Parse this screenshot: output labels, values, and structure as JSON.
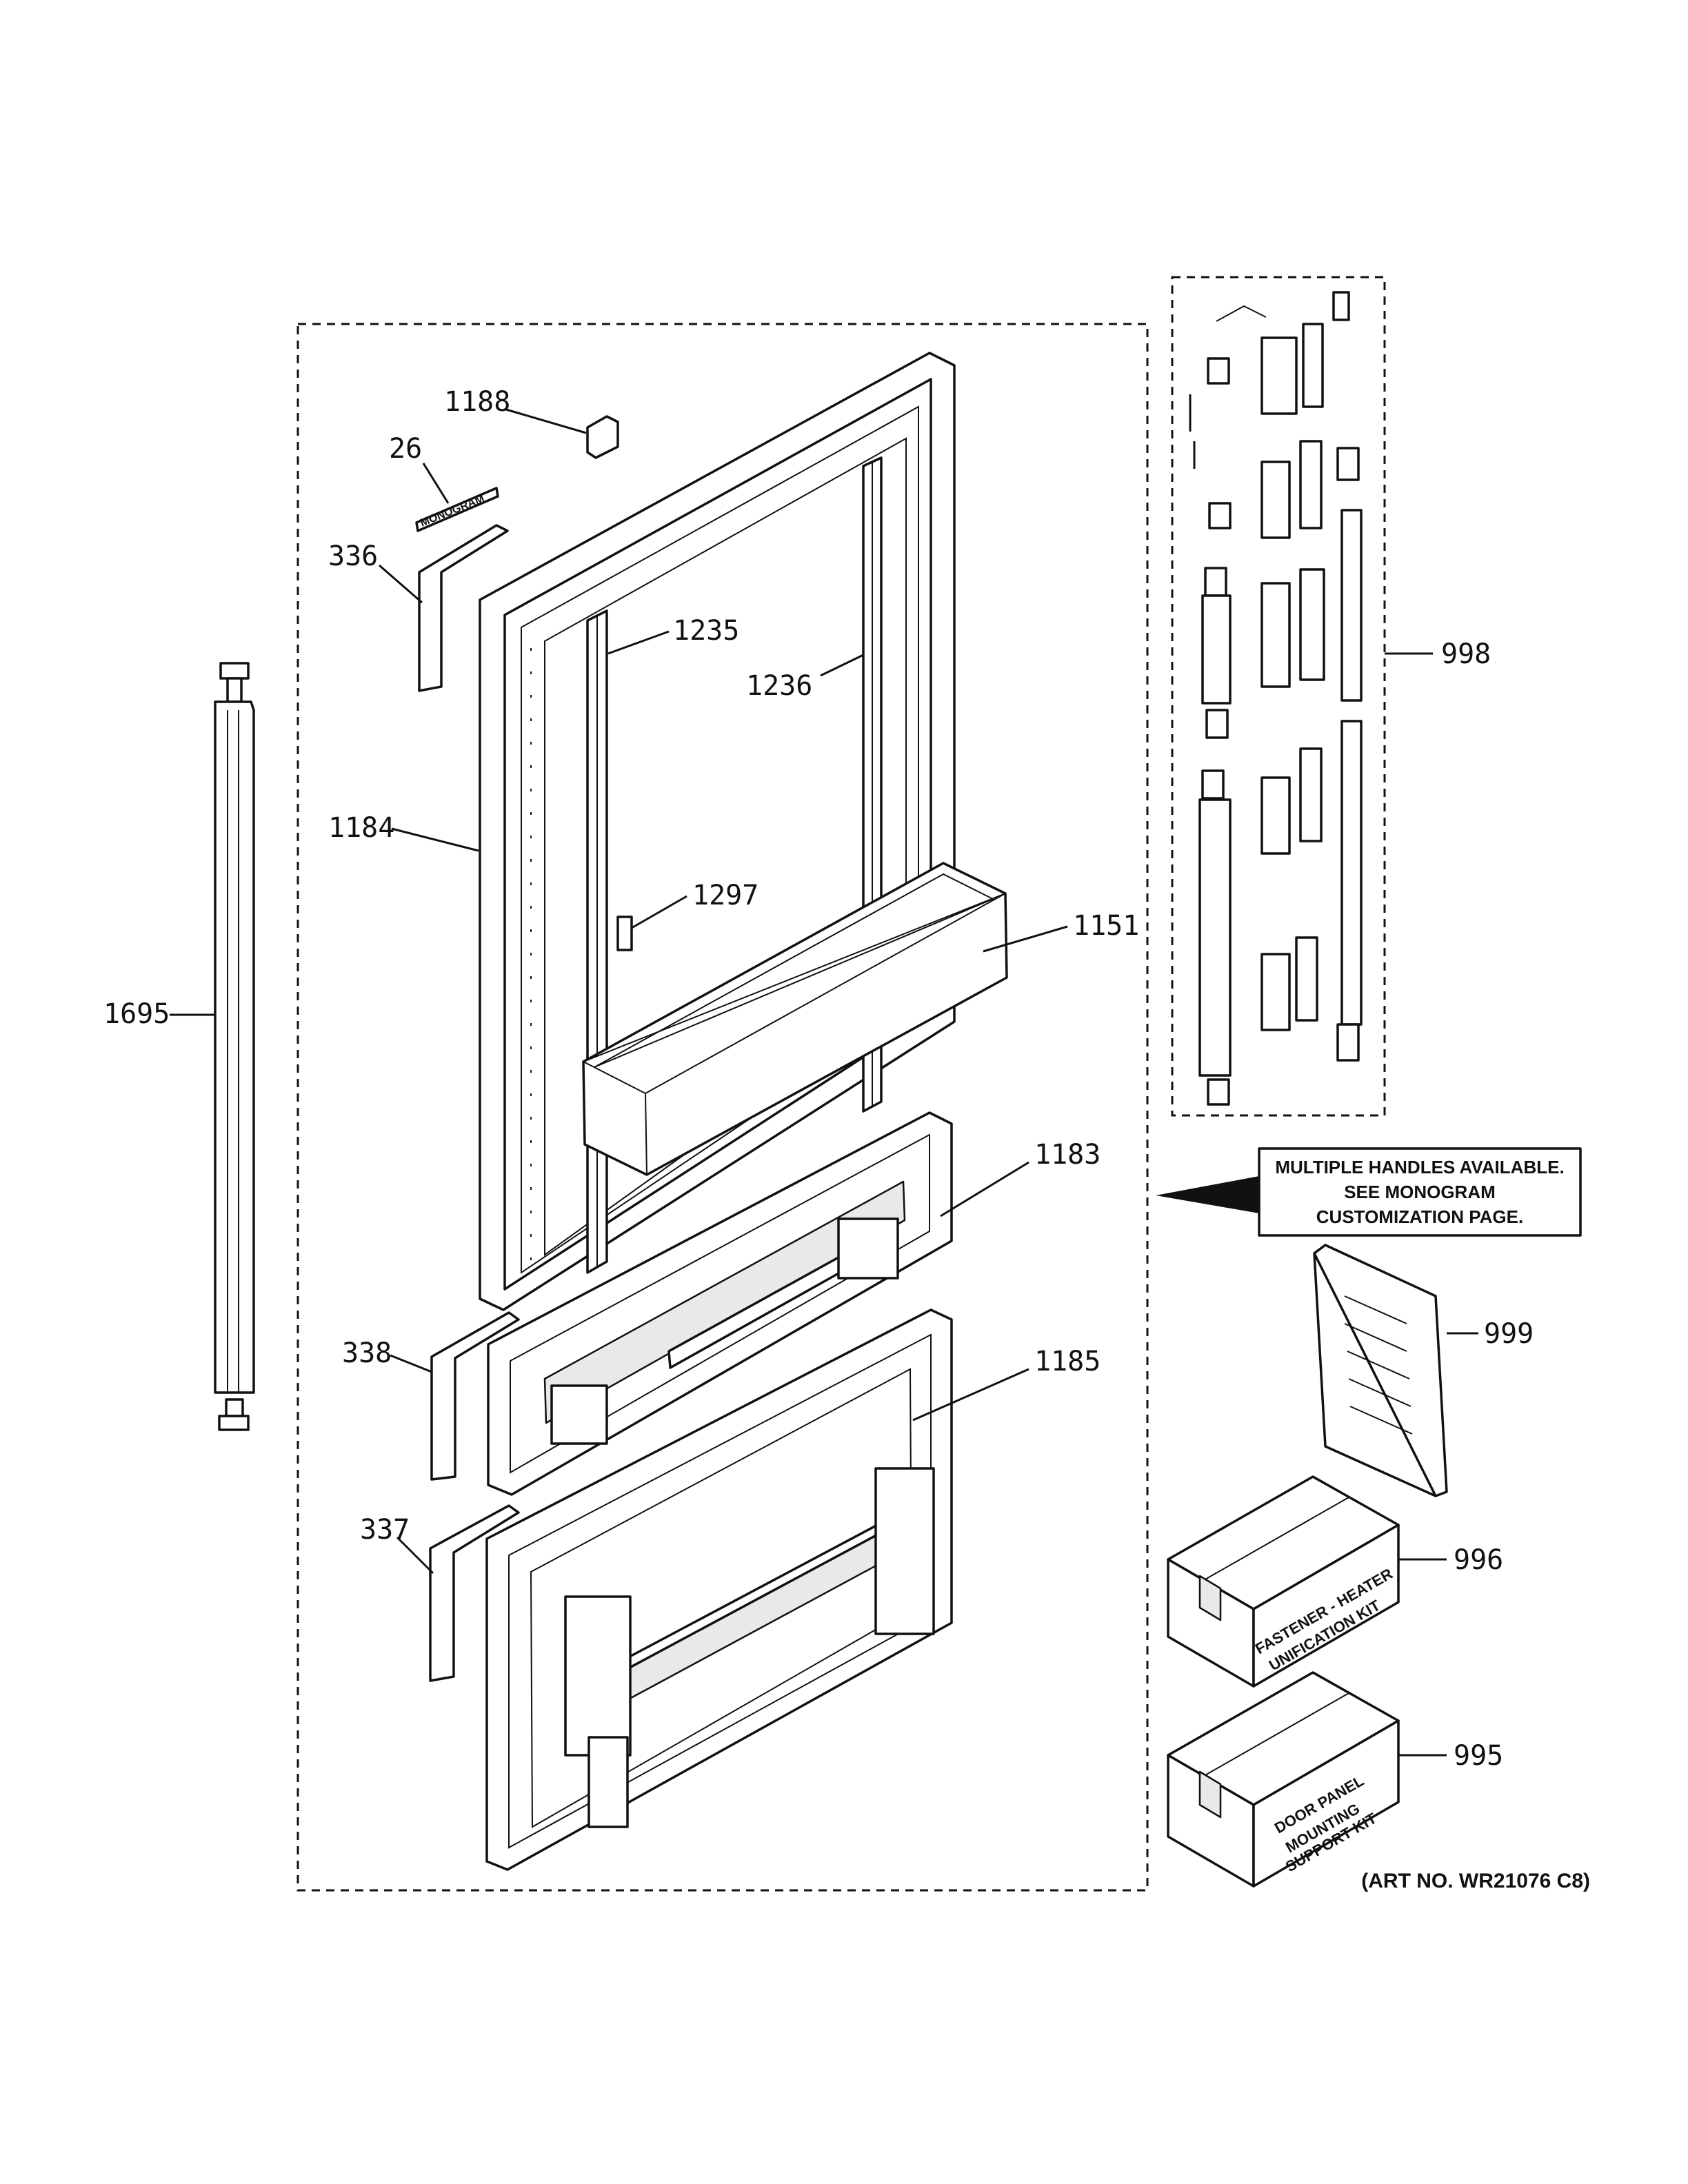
{
  "callouts": {
    "c1188": "1188",
    "c26": "26",
    "c336": "336",
    "c1235": "1235",
    "c1236": "1236",
    "c1184": "1184",
    "c1297": "1297",
    "c1151": "1151",
    "c1695": "1695",
    "c998": "998",
    "c1183": "1183",
    "c338": "338",
    "c1185": "1185",
    "c337": "337",
    "c999": "999",
    "c996": "996",
    "c995": "995"
  },
  "note": {
    "line1": "MULTIPLE HANDLES AVAILABLE.",
    "line2": "SEE MONOGRAM",
    "line3": "CUSTOMIZATION PAGE."
  },
  "kit996": {
    "line1": "FASTENER - HEATER",
    "line2": "UNIFICATION KIT"
  },
  "kit995": {
    "line1": "DOOR PANEL",
    "line2": "MOUNTING",
    "line3": "SUPPORT KIT"
  },
  "badge_text": "MONOGRAM",
  "art_number": "(ART NO. WR21076 C8)"
}
